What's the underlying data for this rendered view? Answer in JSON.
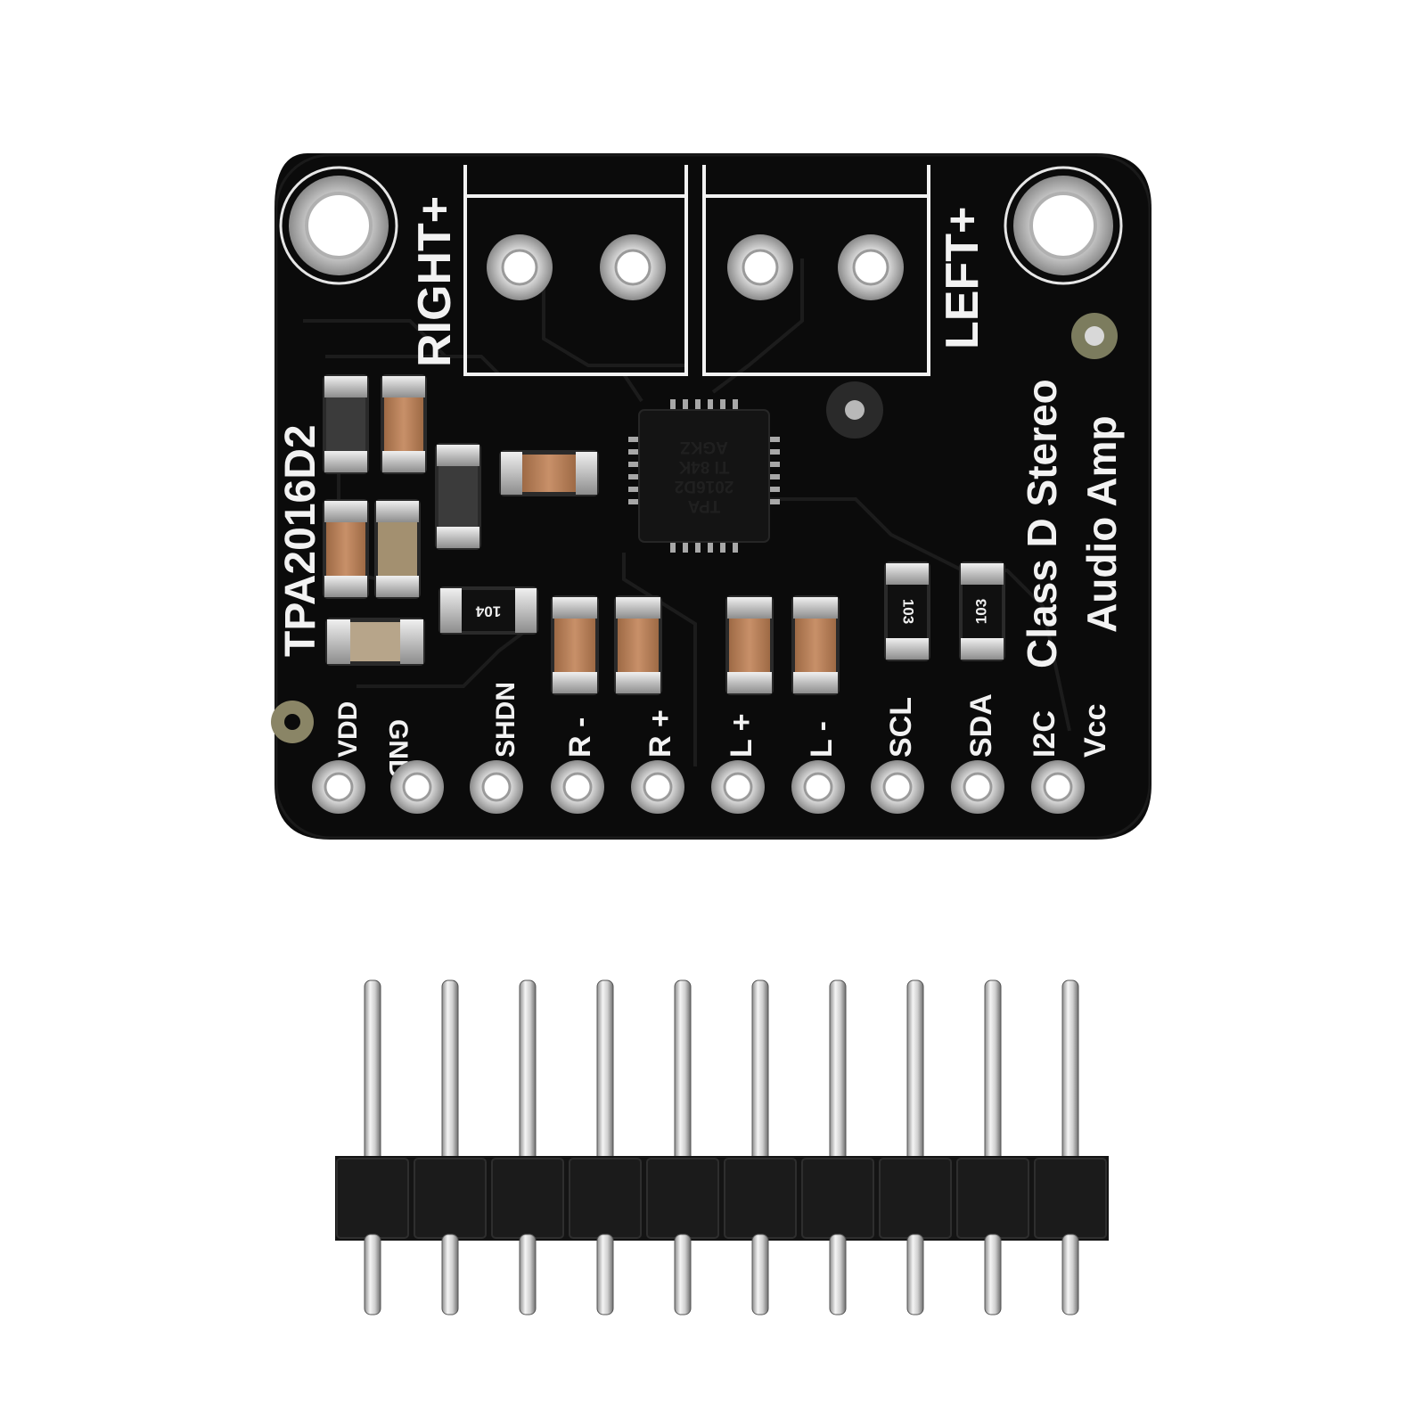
{
  "board": {
    "chip_name": "TPA2016D2",
    "title_line1": "Class D Stereo",
    "title_line2": "Audio Amp",
    "terminal_right": "RIGHT+",
    "terminal_left": "LEFT+",
    "ic_marking": [
      "TPA",
      "2016D2",
      "TI  84K",
      "AGKZ"
    ],
    "resistor_codes": [
      "104",
      "103",
      "103"
    ],
    "pin_labels": [
      "VDD",
      "GND",
      "SHDN",
      "R -",
      "R +",
      "L +",
      "L -",
      "SCL",
      "SDA",
      "I2C",
      "Vcc"
    ],
    "pad_count": 10
  },
  "header": {
    "pin_count": 10
  },
  "colors": {
    "pcb": "#0b0b0b",
    "silkscreen": "#f2f2f2",
    "pad": "#c9c9c9",
    "plastic": "#141414",
    "capacitor": "#b87d55"
  }
}
